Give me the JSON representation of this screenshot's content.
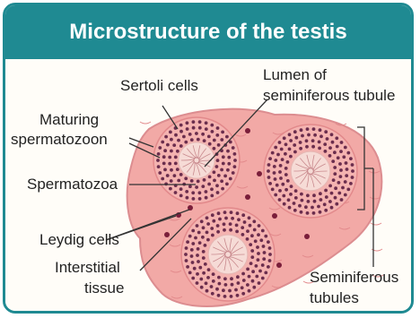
{
  "title": "Microstructure of the testis",
  "labels": {
    "sertoli": "Sertoli cells",
    "lumen_1": "Lumen of",
    "lumen_2": "seminiferous tubule",
    "maturing_1": "Maturing",
    "maturing_2": "spermatozoon",
    "spermatozoa": "Spermatozoa",
    "leydig": "Leydig cells",
    "interstitial_1": "Interstitial",
    "interstitial_2": "tissue",
    "semi_1": "Seminiferous",
    "semi_2": "tubules"
  },
  "colors": {
    "accent": "#1f8a92",
    "tissue": "#f2a9a6",
    "tissue_dark": "#e2898b",
    "lumen": "#f6dbd6",
    "nucleus": "#6b2d4d",
    "leydig": "#7a1e3a"
  }
}
